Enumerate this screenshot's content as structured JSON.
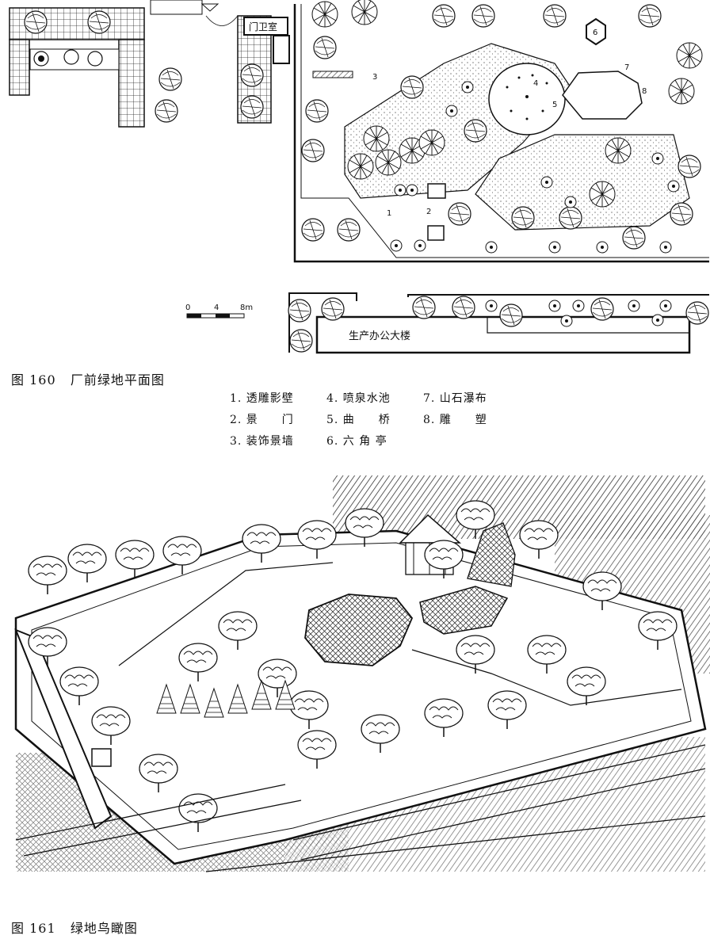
{
  "plan": {
    "gate_room_label": "门卫室",
    "building_label": "生产办公大楼",
    "scale": {
      "ticks": [
        "0",
        "4",
        "8m"
      ]
    },
    "callouts": [
      "1",
      "2",
      "3",
      "4",
      "5",
      "6",
      "7",
      "8"
    ]
  },
  "figure160": {
    "number": "图 160",
    "title": "厂前绿地平面图"
  },
  "legend": {
    "items": [
      "1. 透雕影壁",
      "4. 喷泉水池",
      "7. 山石瀑布",
      "2. 景　　门",
      "5. 曲　　桥",
      "8. 雕　　塑",
      "3. 装饰景墙",
      "6. 六 角 亭"
    ]
  },
  "figure161": {
    "number": "图 161",
    "title": "绿地鸟瞰图"
  }
}
